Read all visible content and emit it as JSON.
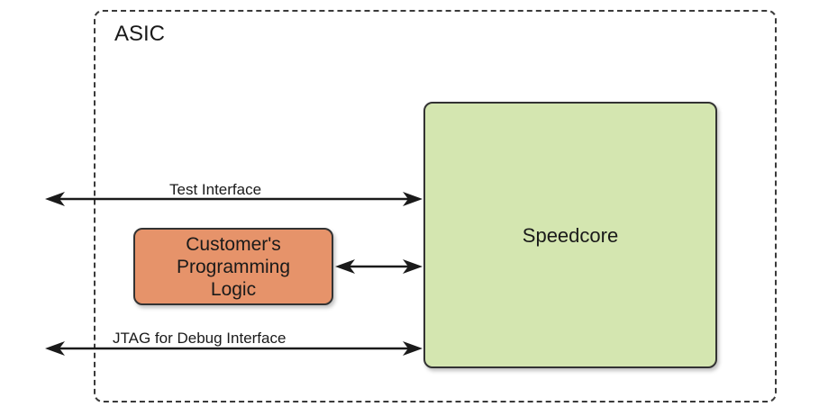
{
  "asic": {
    "label": "ASIC"
  },
  "speedcore": {
    "label": "Speedcore"
  },
  "customer_logic": {
    "lines": [
      "Customer's",
      "Programming",
      "Logic"
    ]
  },
  "connections": {
    "test_interface": "Test Interface",
    "jtag": "JTAG for Debug Interface"
  },
  "colors": {
    "speedcore_fill": "#d4e6b0",
    "customer_fill": "#e6936a",
    "line": "#1a1a1a"
  }
}
